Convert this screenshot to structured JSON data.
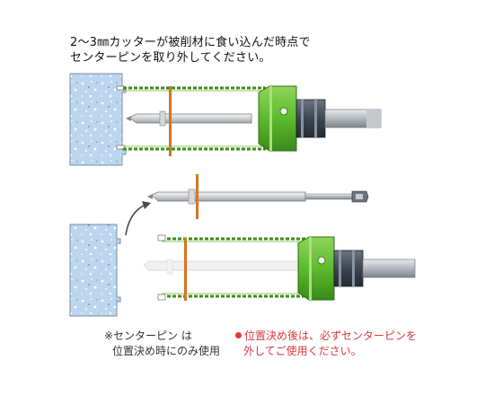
{
  "caption": {
    "line1": "2～3㎜カッターが被削材に食い込んだ時点で",
    "line2": "センターピンを取り外してください。"
  },
  "note_left": {
    "line1": "※センターピン は",
    "line2": "位置決め時にのみ使用"
  },
  "note_right": {
    "line1": "位置決め後は、必ずセンターピンを",
    "line2": "外してご使用ください。"
  },
  "colors": {
    "material": "#bcd6f0",
    "cutter_green": "#5cbb2d",
    "hole_saw_edge": "#3f8a1d",
    "pin_guide": "#d1781f",
    "shank_gray": "#9aa0a6",
    "warning_red": "#d9383a"
  },
  "icons": [
    "curved-arrow-icon",
    "red-bullet-icon"
  ]
}
